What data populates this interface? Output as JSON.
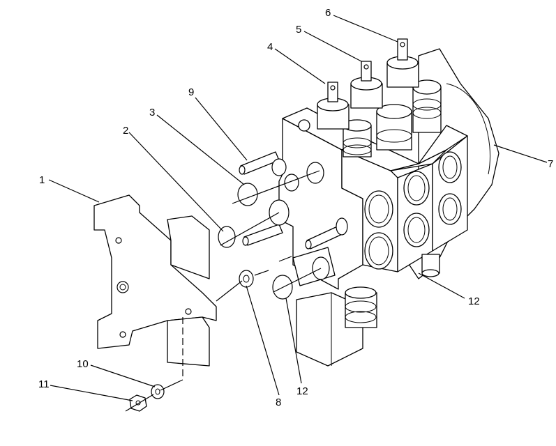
{
  "callouts": [
    {
      "id": "c1",
      "text": "1"
    },
    {
      "id": "c2",
      "text": "2"
    },
    {
      "id": "c3",
      "text": "3"
    },
    {
      "id": "c4",
      "text": "4"
    },
    {
      "id": "c5",
      "text": "5"
    },
    {
      "id": "c6",
      "text": "6"
    },
    {
      "id": "c7",
      "text": "7"
    },
    {
      "id": "c8",
      "text": "8"
    },
    {
      "id": "c9",
      "text": "9"
    },
    {
      "id": "c10",
      "text": "10"
    },
    {
      "id": "c11",
      "text": "11"
    },
    {
      "id": "c12a",
      "text": "12"
    },
    {
      "id": "c12b",
      "text": "12"
    }
  ]
}
